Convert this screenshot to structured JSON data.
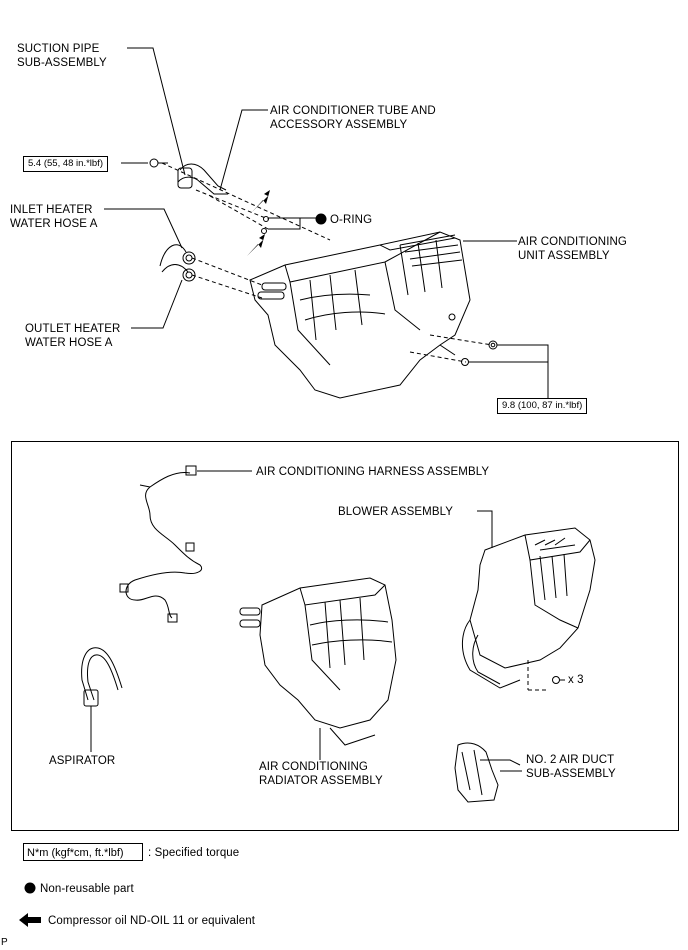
{
  "labels": {
    "suction_pipe": "SUCTION PIPE\nSUB-ASSEMBLY",
    "tube_assembly": "AIR CONDITIONER TUBE AND\nACCESSORY ASSEMBLY",
    "inlet_hose": "INLET HEATER\nWATER HOSE A",
    "o_ring": "O-RING",
    "unit_assembly": "AIR CONDITIONING\nUNIT ASSEMBLY",
    "outlet_hose": "OUTLET HEATER\nWATER HOSE A",
    "harness": "AIR CONDITIONING HARNESS ASSEMBLY",
    "blower": "BLOWER ASSEMBLY",
    "aspirator": "ASPIRATOR",
    "radiator": "AIR CONDITIONING\nRADIATOR ASSEMBLY",
    "duct": "NO. 2 AIR DUCT\nSUB-ASSEMBLY",
    "screw_count": "x 3"
  },
  "torques": {
    "suction": "5.4 (55, 48 in.*lbf)",
    "unit": "9.8 (100, 87 in.*lbf)"
  },
  "legend": {
    "torque_box": "N*m (kgf*cm, ft.*lbf)",
    "torque_text": ": Specified torque",
    "nonreusable": "Non-reusable part",
    "oil": "Compressor oil ND-OIL 11 or equivalent"
  },
  "footer_mark": "P"
}
